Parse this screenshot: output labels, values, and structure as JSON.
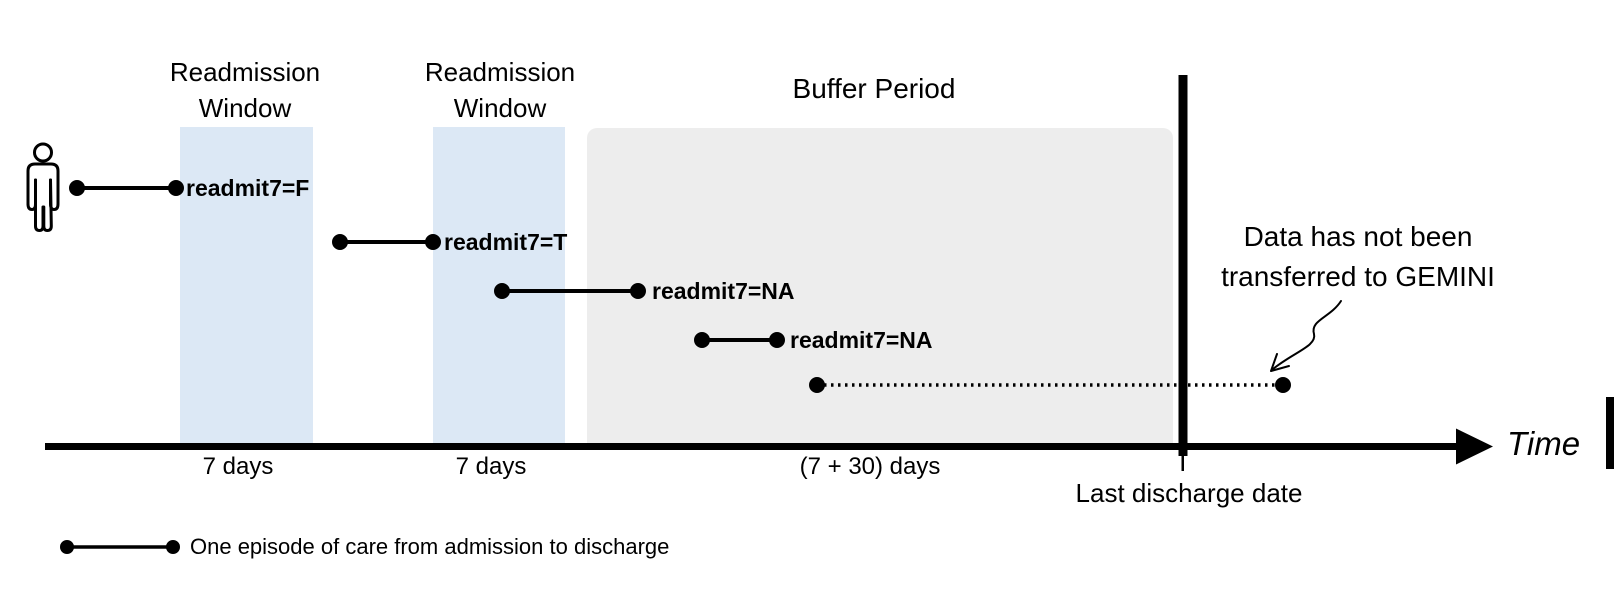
{
  "figure": {
    "regions": {
      "window1": {
        "title_line1": "Readmission",
        "title_line2": "Window",
        "duration": "7 days",
        "fill": "#dce8f5"
      },
      "window2": {
        "title_line1": "Readmission",
        "title_line2": "Window",
        "duration": "7 days",
        "fill": "#dce8f5"
      },
      "buffer": {
        "title": "Buffer Period",
        "duration": "(7 + 30) days",
        "fill": "#ededed"
      }
    },
    "episodes": [
      {
        "label": "readmit7=F"
      },
      {
        "label": "readmit7=T"
      },
      {
        "label": "readmit7=NA"
      },
      {
        "label": "readmit7=NA"
      }
    ],
    "annotation": {
      "line1": "Data has not been",
      "line2": "transferred to GEMINI"
    },
    "axis": {
      "time": "Time",
      "last_discharge": "Last discharge date"
    },
    "legend": {
      "text": "One episode of care from admission to discharge"
    },
    "colors": {
      "ink": "#000000",
      "window_fill": "#dce8f5",
      "buffer_fill": "#ededed",
      "background": "#ffffff"
    }
  }
}
